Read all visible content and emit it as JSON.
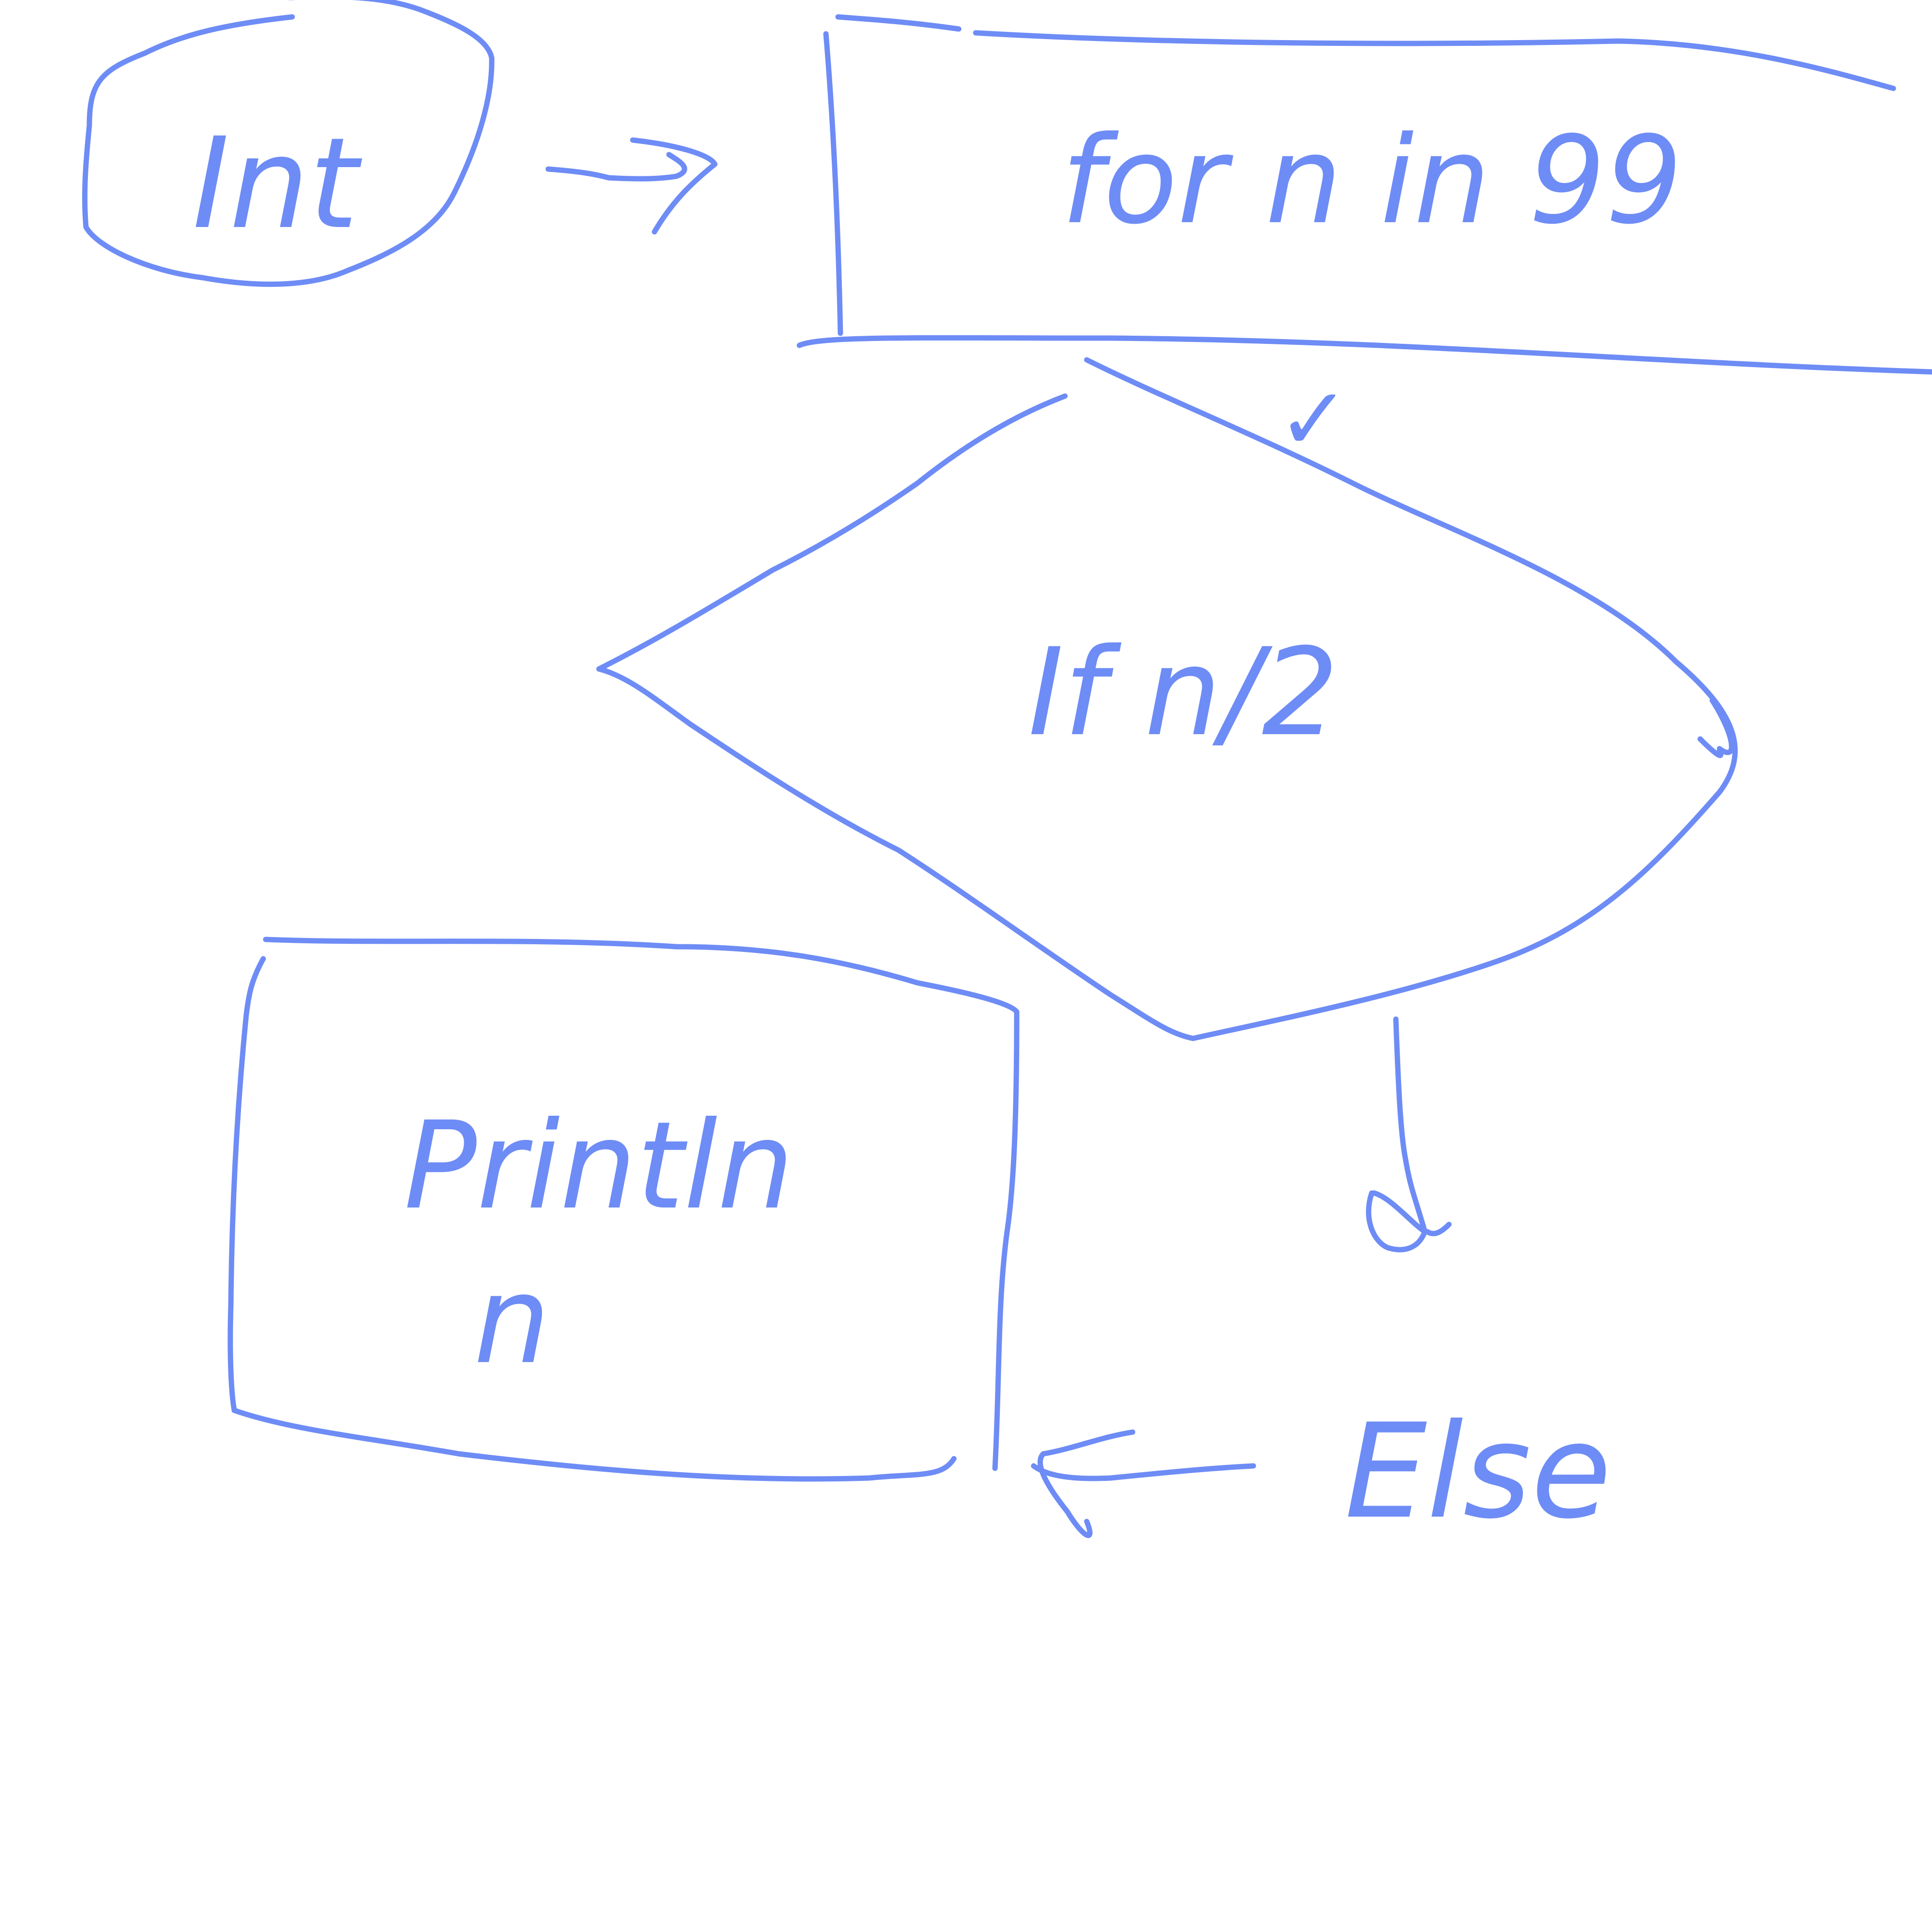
{
  "style": {
    "ink_color": "#6E8CF5",
    "background": "#FFFFFF"
  },
  "nodes": {
    "start": {
      "shape": "oval",
      "label": "Int"
    },
    "loop": {
      "shape": "rectangle",
      "label": "for n in 99"
    },
    "decision": {
      "shape": "diamond",
      "label": "If n/2"
    },
    "print": {
      "shape": "rectangle",
      "label": "Println",
      "label_line2": "n"
    },
    "else_label": {
      "label": "Else"
    }
  },
  "edges": [
    {
      "from": "start",
      "to": "loop"
    },
    {
      "from": "loop",
      "to": "decision",
      "check": "✓"
    },
    {
      "from": "decision",
      "to": "else_label"
    },
    {
      "from": "else_label",
      "to": "print"
    }
  ]
}
